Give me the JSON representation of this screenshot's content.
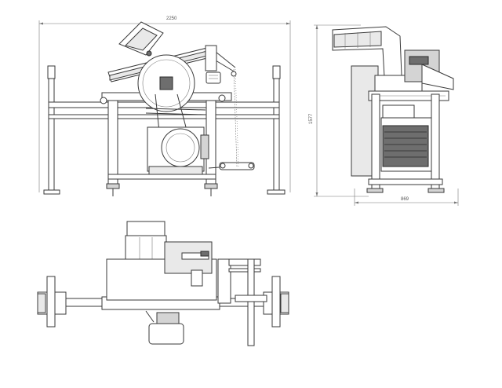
{
  "dimensions": {
    "front_width": "2250",
    "side_height": "1577",
    "side_depth": "869"
  }
}
